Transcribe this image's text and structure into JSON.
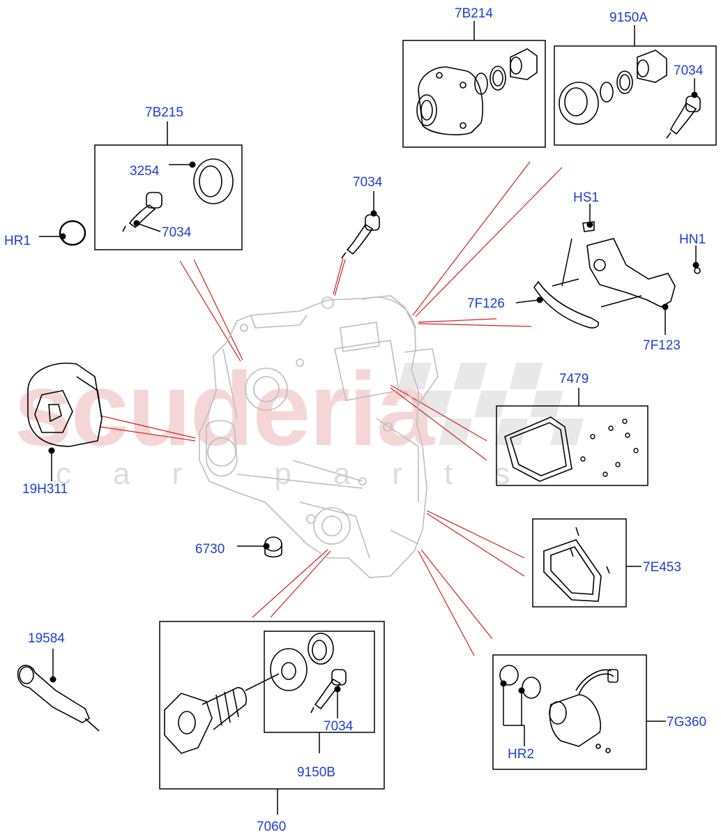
{
  "watermark": {
    "brand": "scuderia",
    "sub": "car parts"
  },
  "labels": {
    "l_7B214": "7B214",
    "l_9150A": "9150A",
    "l_7034_a": "7034",
    "l_7B215": "7B215",
    "l_3254": "3254",
    "l_7034_b": "7034",
    "l_HR1": "HR1",
    "l_7034_c": "7034",
    "l_HS1": "HS1",
    "l_HN1": "HN1",
    "l_7F126": "7F126",
    "l_7F123": "7F123",
    "l_7479": "7479",
    "l_19H311": "19H311",
    "l_6730": "6730",
    "l_7E453": "7E453",
    "l_19584": "19584",
    "l_7034_d": "7034",
    "l_9150B": "9150B",
    "l_7060": "7060",
    "l_7G360": "7G360",
    "l_HR2": "HR2"
  },
  "colors": {
    "label": "#1a3fd6",
    "leader": "#d11f1f",
    "line": "#000000",
    "housing": "#bdbdbd"
  }
}
